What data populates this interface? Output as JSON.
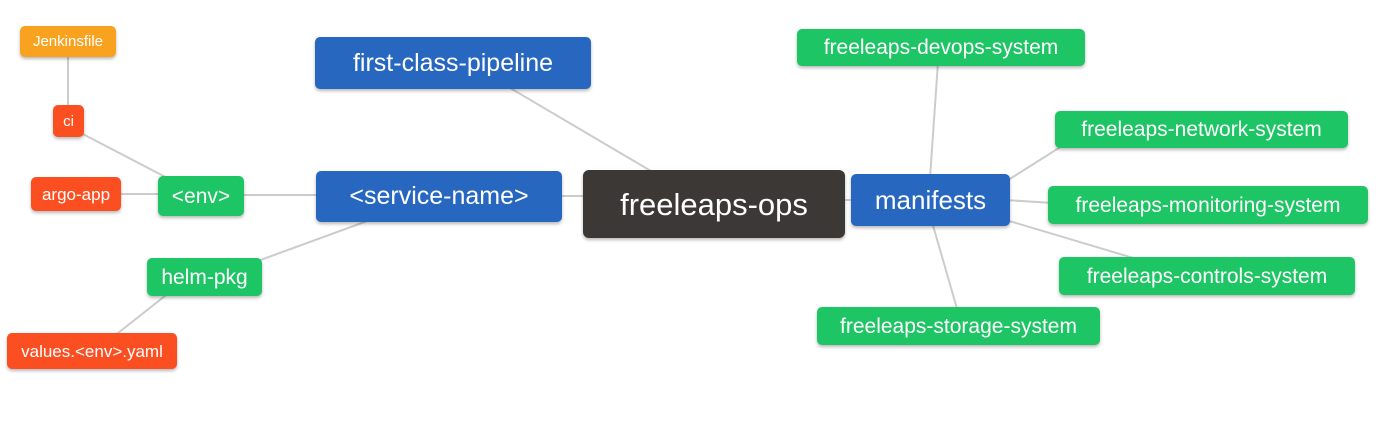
{
  "diagram": {
    "type": "mindmap",
    "root": "freeleaps-ops"
  },
  "colors": {
    "blue": "#2767C0",
    "green": "#1EC564",
    "orange": "#F9A21F",
    "red": "#FB4E21",
    "dark": "#3B3835",
    "edge": "#CCCCCC",
    "text": "#FFFFFF",
    "background": "#FFFFFF"
  },
  "nodes": {
    "freeleaps-ops": {
      "label": "freeleaps-ops",
      "color": "dark"
    },
    "first-class-pipeline": {
      "label": "first-class-pipeline",
      "color": "blue"
    },
    "service-name": {
      "label": "<service-name>",
      "color": "blue"
    },
    "manifests": {
      "label": "manifests",
      "color": "blue"
    },
    "env": {
      "label": "<env>",
      "color": "green"
    },
    "helm-pkg": {
      "label": "helm-pkg",
      "color": "green"
    },
    "ci": {
      "label": "ci",
      "color": "red"
    },
    "argo-app": {
      "label": "argo-app",
      "color": "red"
    },
    "jenkinsfile": {
      "label": "Jenkinsfile",
      "color": "orange"
    },
    "values-env-yaml": {
      "label": "values.<env>.yaml",
      "color": "red"
    },
    "devops-system": {
      "label": "freeleaps-devops-system",
      "color": "green"
    },
    "network-system": {
      "label": "freeleaps-network-system",
      "color": "green"
    },
    "monitoring-system": {
      "label": "freeleaps-monitoring-system",
      "color": "green"
    },
    "controls-system": {
      "label": "freeleaps-controls-system",
      "color": "green"
    },
    "storage-system": {
      "label": "freeleaps-storage-system",
      "color": "green"
    }
  },
  "edges": [
    {
      "from": "ci",
      "to": "jenkinsfile"
    },
    {
      "from": "env",
      "to": "ci"
    },
    {
      "from": "env",
      "to": "argo-app"
    },
    {
      "from": "service-name",
      "to": "env"
    },
    {
      "from": "service-name",
      "to": "helm-pkg"
    },
    {
      "from": "helm-pkg",
      "to": "values-env-yaml"
    },
    {
      "from": "freeleaps-ops",
      "to": "first-class-pipeline"
    },
    {
      "from": "freeleaps-ops",
      "to": "service-name"
    },
    {
      "from": "freeleaps-ops",
      "to": "manifests"
    },
    {
      "from": "manifests",
      "to": "devops-system"
    },
    {
      "from": "manifests",
      "to": "network-system"
    },
    {
      "from": "manifests",
      "to": "monitoring-system"
    },
    {
      "from": "manifests",
      "to": "controls-system"
    },
    {
      "from": "manifests",
      "to": "storage-system"
    }
  ]
}
